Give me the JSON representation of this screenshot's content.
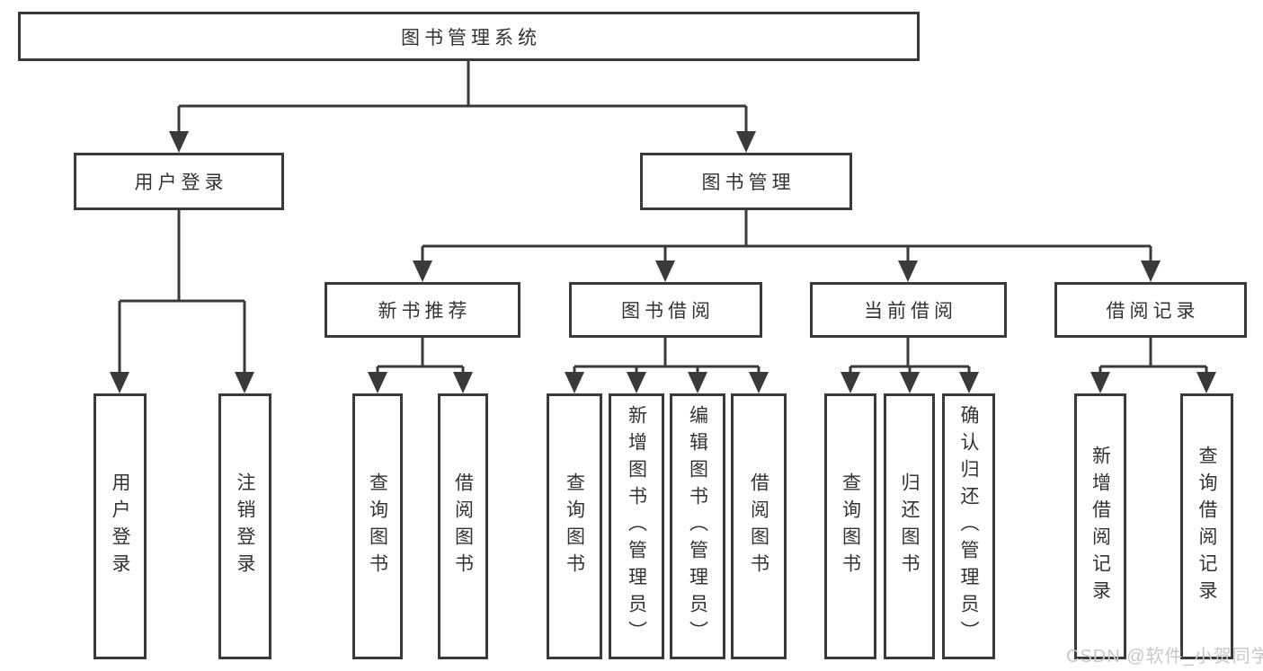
{
  "diagram": {
    "root": {
      "label": "图书管理系统"
    },
    "level2": [
      {
        "label": "用户登录",
        "children": [
          {
            "label": "用户登录"
          },
          {
            "label": "注销登录"
          }
        ]
      },
      {
        "label": "图书管理",
        "children": [
          {
            "label": "新书推荐",
            "children": [
              {
                "label": "查询图书"
              },
              {
                "label": "借阅图书"
              }
            ]
          },
          {
            "label": "图书借阅",
            "children": [
              {
                "label": "查询图书"
              },
              {
                "label": "新增图书（管理员）"
              },
              {
                "label": "编辑图书（管理员）"
              },
              {
                "label": "借阅图书"
              }
            ]
          },
          {
            "label": "当前借阅",
            "children": [
              {
                "label": "查询图书"
              },
              {
                "label": "归还图书"
              },
              {
                "label": "确认归还（管理员）"
              }
            ]
          },
          {
            "label": "借阅记录",
            "children": [
              {
                "label": "新增借阅记录"
              },
              {
                "label": "查询借阅记录"
              }
            ]
          }
        ]
      }
    ]
  },
  "watermark": {
    "text": "CSDN @软件_小贺同学"
  },
  "colors": {
    "line": "#3a3a3a",
    "text": "#333333",
    "watermark": "#c8c8c8",
    "background": "#ffffff"
  }
}
